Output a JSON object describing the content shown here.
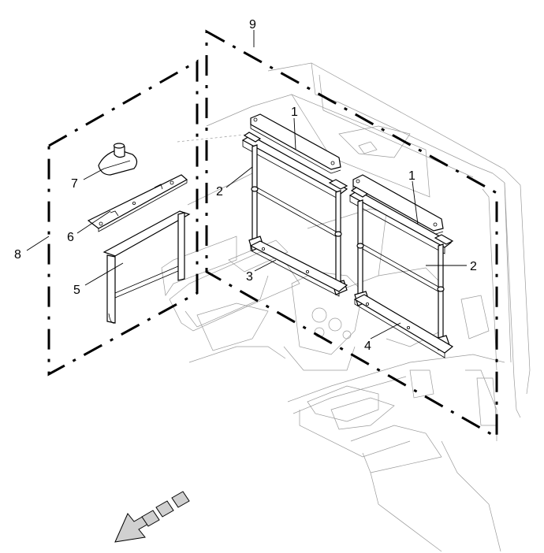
{
  "callouts": [
    {
      "id": "c1a",
      "label": "1"
    },
    {
      "id": "c1b",
      "label": "1"
    },
    {
      "id": "c2a",
      "label": "2"
    },
    {
      "id": "c2b",
      "label": "2"
    },
    {
      "id": "c3",
      "label": "3"
    },
    {
      "id": "c4",
      "label": "4"
    },
    {
      "id": "c5",
      "label": "5"
    },
    {
      "id": "c6",
      "label": "6"
    },
    {
      "id": "c7",
      "label": "7"
    },
    {
      "id": "c8",
      "label": "8"
    },
    {
      "id": "c9",
      "label": "9"
    }
  ],
  "colors": {
    "line": "#000000",
    "background": "#ffffff",
    "ghost": "#9a9a9a",
    "arrow": "#d0d0d0"
  },
  "icons": {
    "direction": "forward-arrow-icon"
  }
}
